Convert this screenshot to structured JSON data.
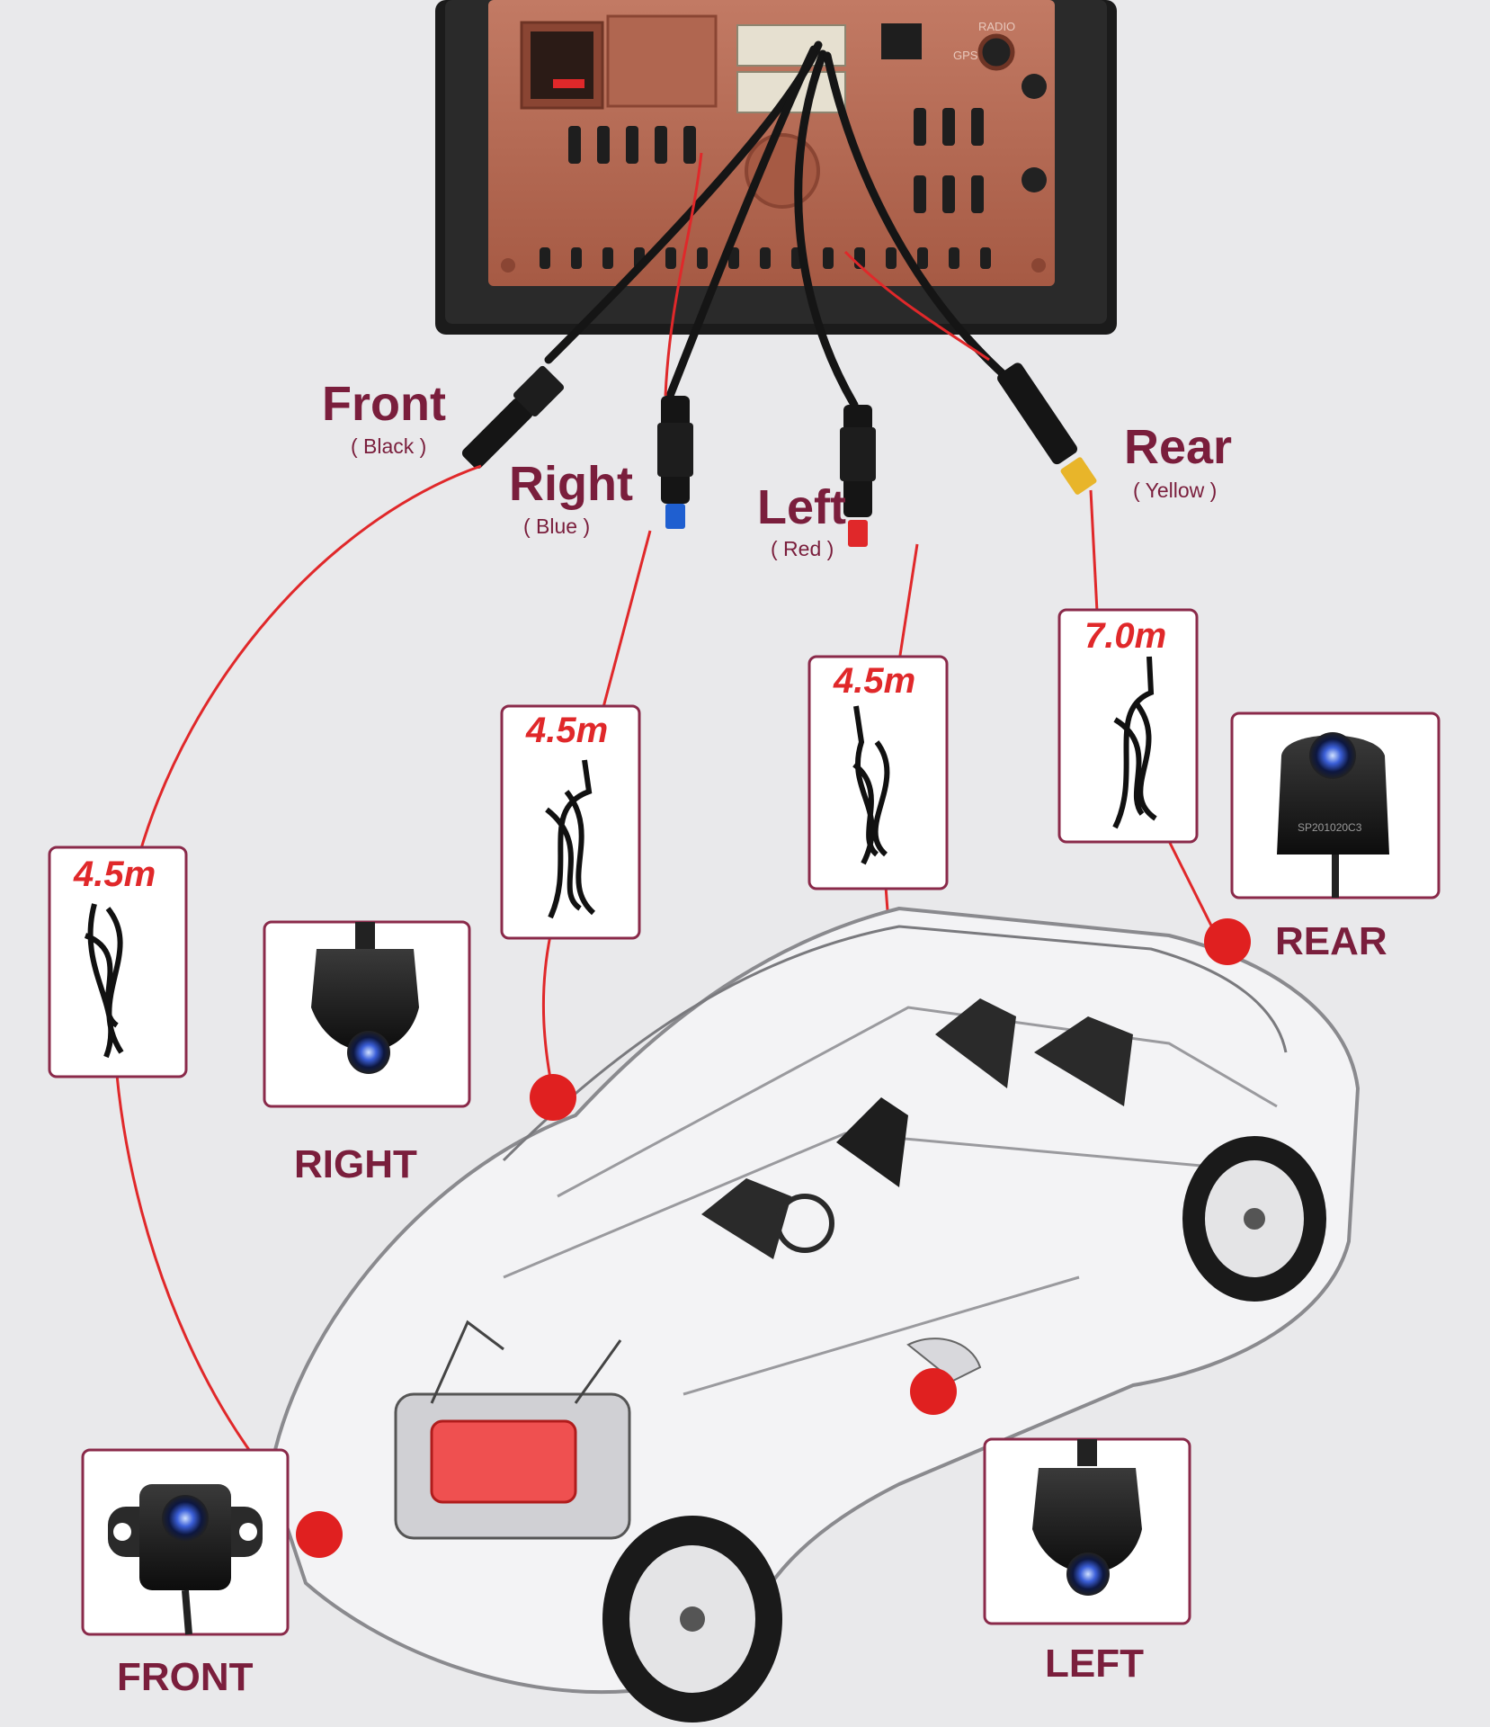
{
  "connectors": [
    {
      "name": "Front",
      "color_name": "( Black )",
      "plug_color": "#1a1a1a"
    },
    {
      "name": "Right",
      "color_name": "( Blue )",
      "plug_color": "#1f5fd0"
    },
    {
      "name": "Left",
      "color_name": "( Red )",
      "plug_color": "#e0282a"
    },
    {
      "name": "Rear",
      "color_name": "( Yellow )",
      "plug_color": "#e8b52a"
    }
  ],
  "cable_lengths": {
    "front": "4.5m",
    "right": "4.5m",
    "left": "4.5m",
    "rear": "7.0m"
  },
  "cameras": {
    "front": "FRONT",
    "right": "RIGHT",
    "left": "LEFT",
    "rear": "REAR"
  },
  "rear_camera_code": "SP201020C3",
  "head_unit_labels": {
    "radio": "RADIO",
    "gps": "GPS"
  },
  "colors": {
    "label": "#7a1e3c",
    "wire": "#e0282a",
    "dot": "#e02020",
    "box_border": "#8a2a4a",
    "background": "#e9e9eb",
    "head_unit": "#b5654f"
  }
}
